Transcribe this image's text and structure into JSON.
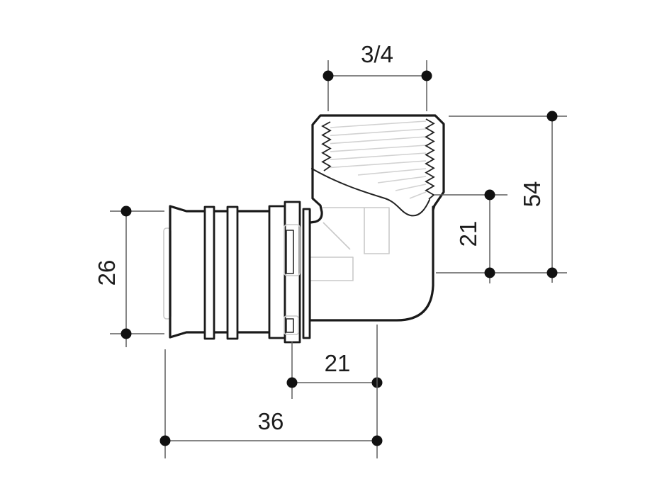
{
  "drawing": {
    "dimension_labels": {
      "thread_size": "3/4",
      "overall_height": "54",
      "socket_offset": "21",
      "press_end_diameter": "26",
      "bottom_offset": "21",
      "bottom_length": "36"
    },
    "colors": {
      "outline": "#1a1a1a",
      "dimension_line": "#5f5f5f",
      "hidden_detail": "#c9c9c9",
      "thread_lines": "#d2d2d2",
      "marker_dot": "#111111",
      "background": "#ffffff"
    }
  }
}
